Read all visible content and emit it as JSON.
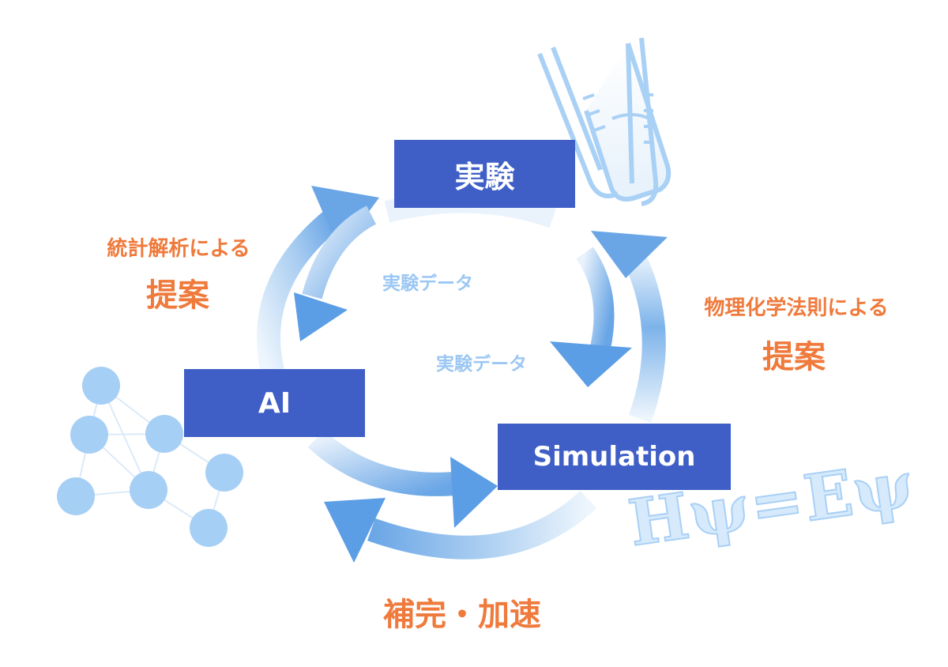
{
  "nodes": {
    "experiment": "実験",
    "ai": "AI",
    "simulation": "Simulation"
  },
  "labels": {
    "left_line1": "統計解析による",
    "left_line2": "提案",
    "right_line1": "物理化学法則による",
    "right_line2": "提案",
    "bottom": "補完・加速",
    "data_upper": "実験データ",
    "data_lower": "実験データ"
  },
  "equation": "Hψ=Eψ",
  "colors": {
    "box_fill": "#3f5fc6",
    "accent_orange": "#ef7a3c",
    "light_blue": "#9cc7f3",
    "arrow_blue": "#5b9ee6"
  },
  "icons": [
    "test-tubes-icon",
    "neural-network-icon"
  ]
}
